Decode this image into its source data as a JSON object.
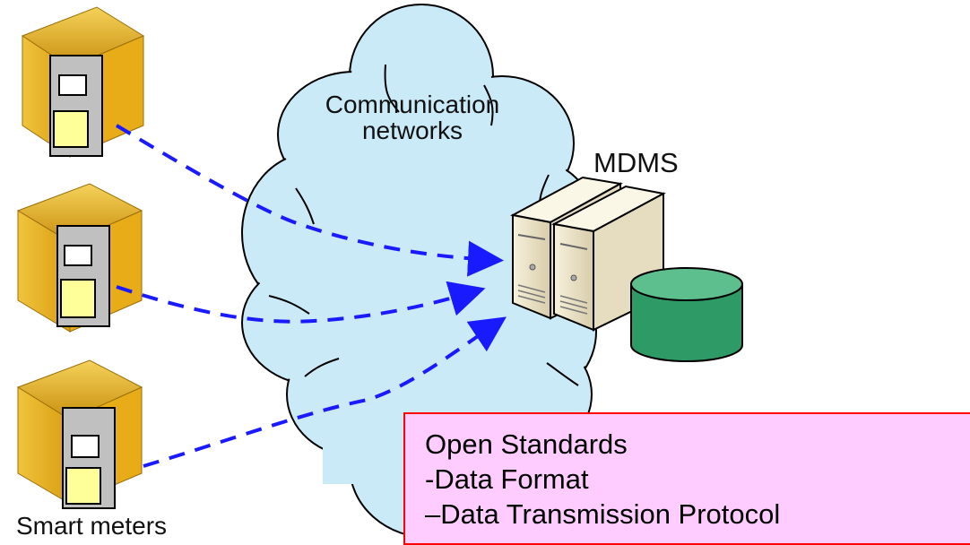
{
  "cloud": {
    "label": "Communication networks",
    "label_lines": [
      "Communication",
      "networks"
    ]
  },
  "server": {
    "label": "MDMS"
  },
  "meters": {
    "label": "Smart meters",
    "count": 3
  },
  "standards": {
    "title": "Open Standards",
    "items": [
      "-Data Format",
      "–Data Transmission Protocol"
    ]
  },
  "colors": {
    "cloud_fill": "#cbeaf8",
    "arrow": "#1a1aff",
    "house_gold": "#e9b31e",
    "meter_gray": "#c0c0c0",
    "meter_yellow": "#ffff99",
    "server_beige": "#f2ebd3",
    "database_green": "#2e9a66",
    "box_fill": "#ffccff",
    "box_border": "#ff0000"
  }
}
